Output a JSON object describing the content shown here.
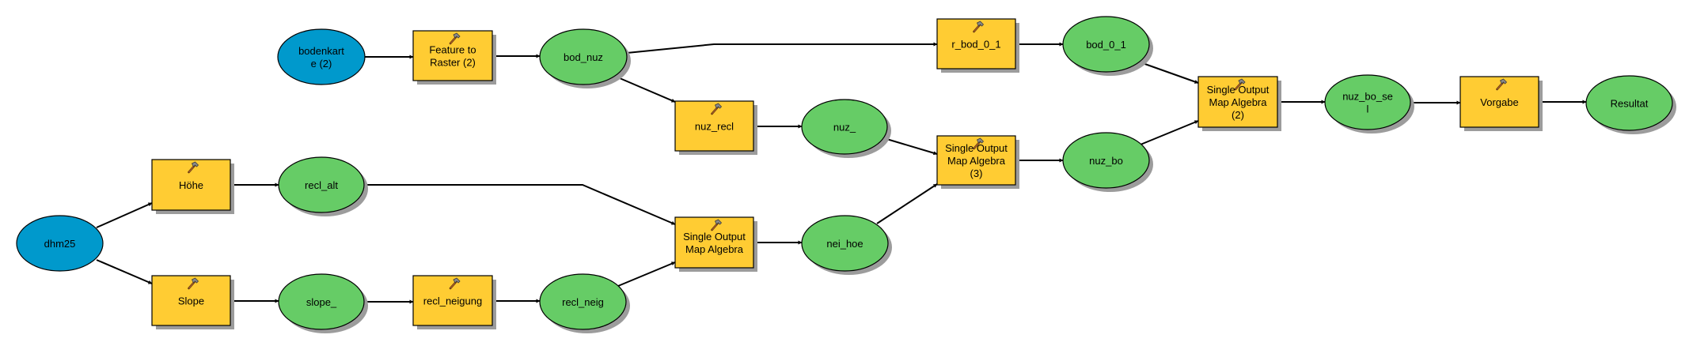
{
  "diagram": {
    "type": "ModelBuilder model",
    "colors": {
      "input_data": "#0099CC",
      "derived_data": "#66CC66",
      "tool": "#FFCC33",
      "shadow": "#9C9C9C",
      "outline": "#000000",
      "edge": "#000000"
    },
    "nodes": [
      {
        "id": "bodenkarte",
        "kind": "input",
        "lines": [
          "bodenkart",
          "e (2)"
        ]
      },
      {
        "id": "feature_to_raster",
        "kind": "tool",
        "icon": "hammer-icon",
        "lines": [
          "Feature to",
          "Raster (2)"
        ]
      },
      {
        "id": "bod_nuz",
        "kind": "data",
        "lines": [
          "bod_nuz"
        ]
      },
      {
        "id": "r_bod_0_1",
        "kind": "tool",
        "icon": "hammer-icon",
        "lines": [
          "r_bod_0_1"
        ]
      },
      {
        "id": "bod_0_1",
        "kind": "data",
        "lines": [
          "bod_0_1"
        ]
      },
      {
        "id": "nuz_recl",
        "kind": "tool",
        "icon": "hammer-icon",
        "lines": [
          "nuz_recl"
        ]
      },
      {
        "id": "nuz_",
        "kind": "data",
        "lines": [
          "nuz_"
        ]
      },
      {
        "id": "soma3",
        "kind": "tool",
        "icon": "hammer-icon",
        "lines": [
          "Single Output",
          "Map Algebra",
          "(3)"
        ]
      },
      {
        "id": "nuz_bo",
        "kind": "data",
        "lines": [
          "nuz_bo"
        ]
      },
      {
        "id": "soma2",
        "kind": "tool",
        "icon": "hammer-icon",
        "lines": [
          "Single Output",
          "Map Algebra",
          "(2)"
        ]
      },
      {
        "id": "nuz_bo_sel",
        "kind": "data",
        "lines": [
          "nuz_bo_se",
          "l"
        ]
      },
      {
        "id": "vorgabe",
        "kind": "tool",
        "icon": "hammer-icon",
        "lines": [
          "Vorgabe"
        ]
      },
      {
        "id": "resultat",
        "kind": "data",
        "lines": [
          "Resultat"
        ]
      },
      {
        "id": "dhm25",
        "kind": "input",
        "lines": [
          "dhm25"
        ]
      },
      {
        "id": "hoehe",
        "kind": "tool",
        "icon": "hammer-icon",
        "lines": [
          "Höhe"
        ]
      },
      {
        "id": "recl_alt",
        "kind": "data",
        "lines": [
          "recl_alt"
        ]
      },
      {
        "id": "slope",
        "kind": "tool",
        "icon": "hammer-icon",
        "lines": [
          "Slope"
        ]
      },
      {
        "id": "slope_",
        "kind": "data",
        "lines": [
          "slope_"
        ]
      },
      {
        "id": "recl_neigung",
        "kind": "tool",
        "icon": "hammer-icon",
        "lines": [
          "recl_neigung"
        ]
      },
      {
        "id": "recl_neig",
        "kind": "data",
        "lines": [
          "recl_neig"
        ]
      },
      {
        "id": "soma",
        "kind": "tool",
        "icon": "hammer-icon",
        "lines": [
          "Single Output",
          "Map Algebra"
        ]
      },
      {
        "id": "nei_hoe",
        "kind": "data",
        "lines": [
          "nei_hoe"
        ]
      }
    ],
    "edges": [
      {
        "from": "bodenkarte",
        "to": "feature_to_raster"
      },
      {
        "from": "feature_to_raster",
        "to": "bod_nuz"
      },
      {
        "from": "bod_nuz",
        "to": "r_bod_0_1"
      },
      {
        "from": "bod_nuz",
        "to": "nuz_recl"
      },
      {
        "from": "r_bod_0_1",
        "to": "bod_0_1"
      },
      {
        "from": "nuz_recl",
        "to": "nuz_"
      },
      {
        "from": "nuz_",
        "to": "soma3"
      },
      {
        "from": "nei_hoe",
        "to": "soma3"
      },
      {
        "from": "soma3",
        "to": "nuz_bo"
      },
      {
        "from": "bod_0_1",
        "to": "soma2"
      },
      {
        "from": "nuz_bo",
        "to": "soma2"
      },
      {
        "from": "soma2",
        "to": "nuz_bo_sel"
      },
      {
        "from": "nuz_bo_sel",
        "to": "vorgabe"
      },
      {
        "from": "vorgabe",
        "to": "resultat"
      },
      {
        "from": "dhm25",
        "to": "hoehe"
      },
      {
        "from": "dhm25",
        "to": "slope"
      },
      {
        "from": "hoehe",
        "to": "recl_alt"
      },
      {
        "from": "recl_alt",
        "to": "soma"
      },
      {
        "from": "slope",
        "to": "slope_"
      },
      {
        "from": "slope_",
        "to": "recl_neigung"
      },
      {
        "from": "recl_neigung",
        "to": "recl_neig"
      },
      {
        "from": "recl_neig",
        "to": "soma"
      },
      {
        "from": "soma",
        "to": "nei_hoe"
      }
    ]
  }
}
